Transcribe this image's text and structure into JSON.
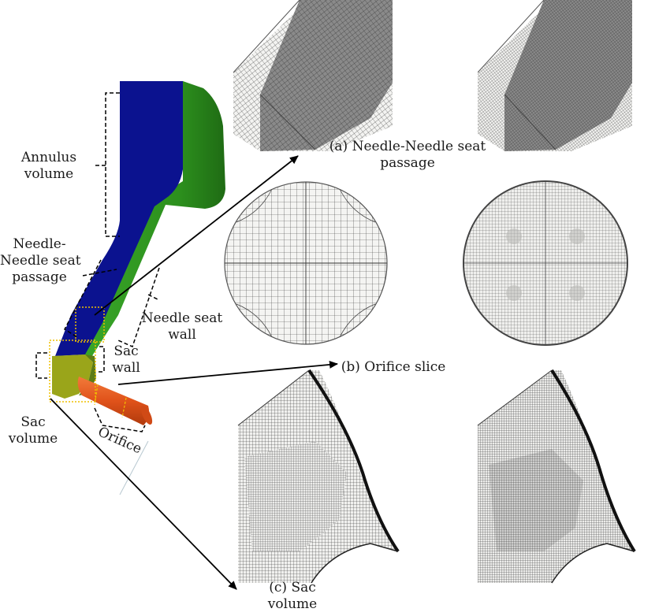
{
  "labels": {
    "annulus_1": "Annulus",
    "annulus_2": "volume",
    "needle_passage_1": "Needle-",
    "needle_passage_2": "Needle seat",
    "needle_passage_3": "passage",
    "needle_seat_wall_1": "Needle seat",
    "needle_seat_wall_2": "wall",
    "sac_wall_1": "Sac",
    "sac_wall_2": "wall",
    "sac_volume_1": "Sac",
    "sac_volume_2": "volume",
    "orifice": "Orifice"
  },
  "captions": {
    "a_1": "(a) Needle-Needle seat",
    "a_2": "passage",
    "b": "(b) Orifice slice",
    "c_1": "(c) Sac",
    "c_2": "volume"
  },
  "colors": {
    "annulus": "#0b128f",
    "needle_seat_wall": "#2f9a1f",
    "sac": "#9aa51a",
    "orifice": "#e0521a",
    "highlight_box": "#f0c000",
    "mesh_line": "#2a2a2a",
    "mesh_fill_light": "#f4f4f2",
    "mesh_fill_dark": "#8c8c8c"
  }
}
